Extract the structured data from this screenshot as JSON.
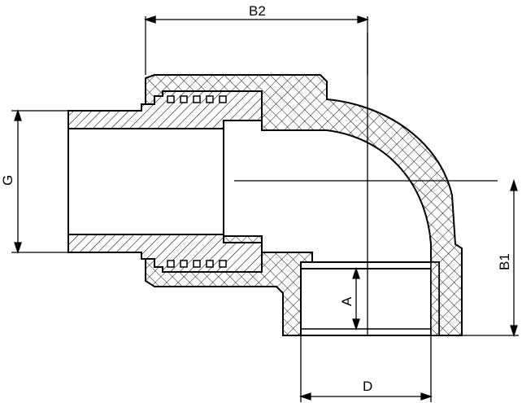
{
  "drawing": {
    "labels": {
      "b2": "B2",
      "g": "G",
      "b1": "B1",
      "a": "A",
      "d": "D"
    }
  },
  "colors": {
    "ink": "#000000",
    "paper": "#ffffff"
  }
}
